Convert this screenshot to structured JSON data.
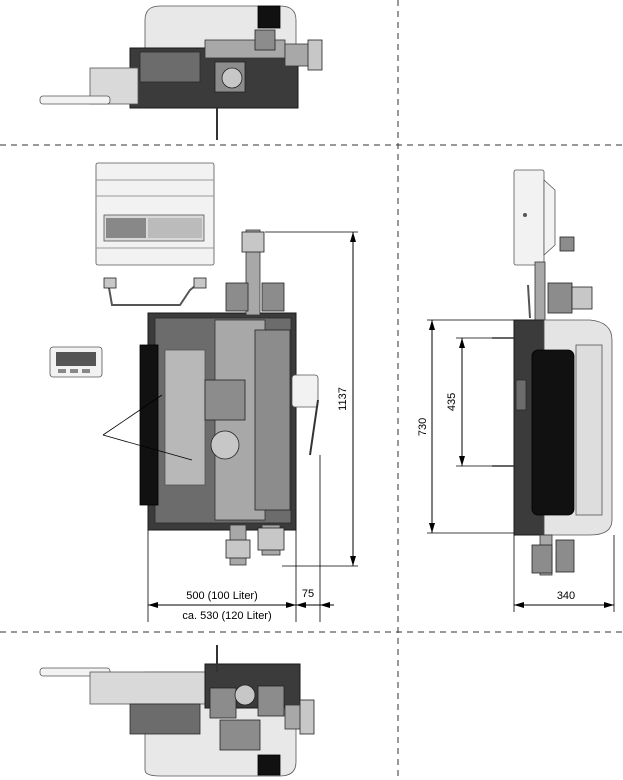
{
  "dimensions": {
    "height_total": "1137",
    "width_100": "500 (100 Liter)",
    "width_120": "ca. 530 (120 Liter)",
    "offset_right": "75",
    "side_height": "730",
    "side_hole_spacing": "435",
    "side_depth": "340"
  },
  "colors": {
    "housing_dark": "#3b3b3b",
    "housing_light": "#d9d9d9",
    "line": "#000000"
  }
}
